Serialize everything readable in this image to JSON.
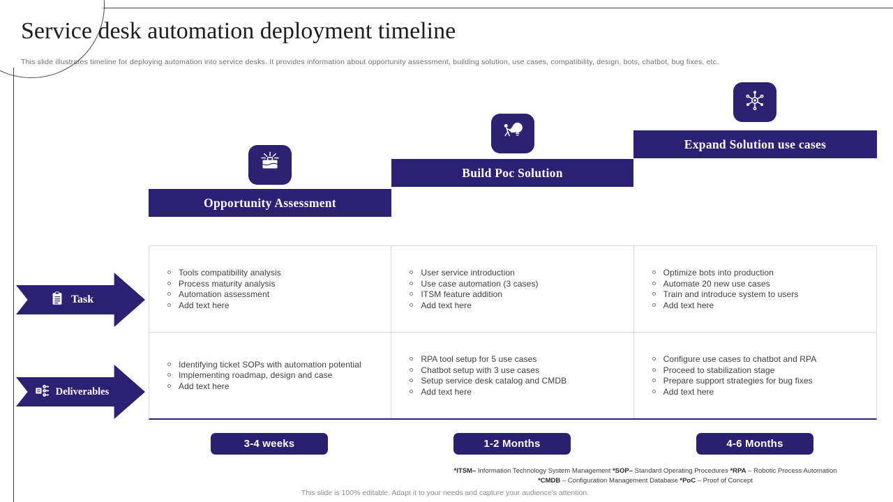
{
  "slide": {
    "title": "Service desk automation deployment timeline",
    "subtitle": "This slide illustrates timeline  for deploying automation into service desks. It provides information about opportunity assessment, building solution, use cases, compatibility, design, bots, chatbot, bug fixes, etc.",
    "bottom_note": "This slide is 100% editable. Adapt it to your needs and capture your audience's attention."
  },
  "colors": {
    "accent_navy": "#2a2173",
    "border_gray": "#d7d7d7",
    "text_gray": "#3f3f3f"
  },
  "row_labels": {
    "task": "Task",
    "deliverables": "Deliverables"
  },
  "phases": [
    {
      "title": "Opportunity Assessment",
      "icon": "briefcase-spark-icon",
      "duration": "3-4 weeks",
      "tasks": [
        "Tools compatibility analysis",
        "Process maturity analysis",
        "Automation assessment",
        "Add text here"
      ],
      "deliverables": [
        "Identifying ticket SOPs with automation potential",
        "Implementing roadmap, design and case",
        "Add text here"
      ]
    },
    {
      "title": "Build Poc Solution",
      "icon": "person-puzzle-bulb-icon",
      "duration": "1-2 Months",
      "tasks": [
        "User service introduction",
        "Use case automation (3 cases)",
        "ITSM feature addition",
        "Add text here"
      ],
      "deliverables": [
        "RPA tool setup for 5 use cases",
        "Chatbot setup with 3 use cases",
        "Setup service desk catalog and CMDB",
        "Add text here"
      ]
    },
    {
      "title": "Expand Solution use cases",
      "icon": "network-hub-icon",
      "duration": "4-6 Months",
      "tasks": [
        "Optimize bots into production",
        "Automate 20 new use cases",
        "Train and introduce system to users",
        "Add text here"
      ],
      "deliverables": [
        "Configure use cases to chatbot and RPA",
        "Proceed to stabilization stage",
        "Prepare support strategies for bug fixes",
        "Add text here"
      ]
    }
  ],
  "footnotes": {
    "line1": [
      {
        "term": "*ITSM–",
        "def": " Information Technology System Management  "
      },
      {
        "term": "*SOP–",
        "def": " Standard Operating Procedures "
      },
      {
        "term": "*RPA",
        "def": " – Robotic Process Automation"
      }
    ],
    "line2": [
      {
        "term": "*CMDB",
        "def": " – Configuration Management Database  "
      },
      {
        "term": "*PoC",
        "def": " – Proof of Concept"
      }
    ]
  }
}
